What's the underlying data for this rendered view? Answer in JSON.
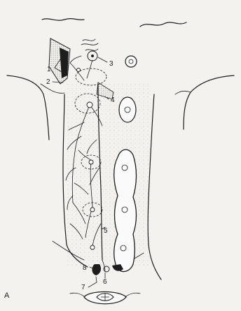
{
  "figure": {
    "panel_label": "A",
    "callouts": [
      {
        "id": "1",
        "text": "1"
      },
      {
        "id": "2",
        "text": "2"
      },
      {
        "id": "3",
        "text": "3"
      },
      {
        "id": "4",
        "text": "4"
      },
      {
        "id": "5",
        "text": "5"
      },
      {
        "id": "6",
        "text": "6"
      },
      {
        "id": "7",
        "text": "7"
      },
      {
        "id": "8",
        "text": "8"
      }
    ]
  }
}
